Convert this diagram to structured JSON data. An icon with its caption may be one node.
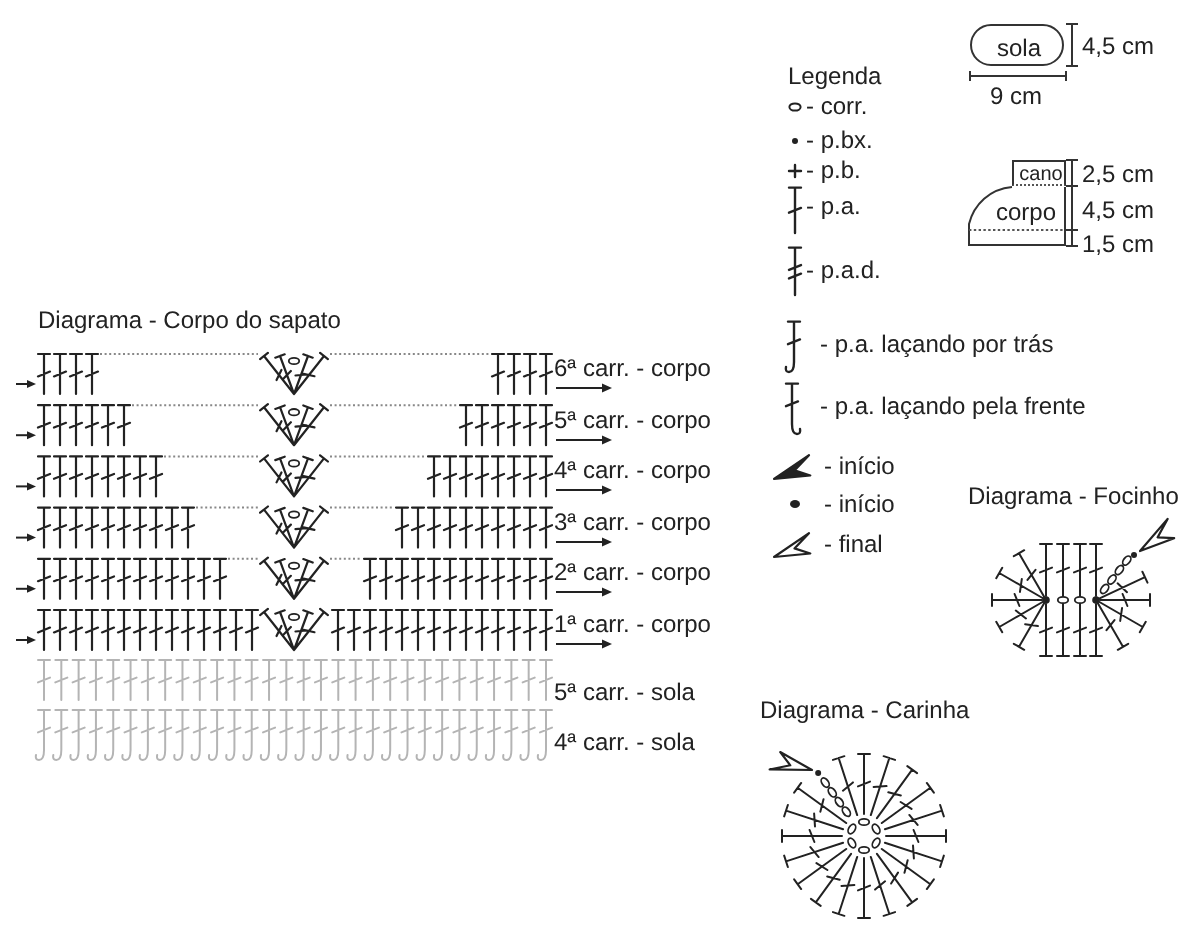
{
  "diagram": {
    "nodes": [
      {
        "text": [
          "sola"
        ]
      },
      {
        "text": [
          "cano"
        ]
      },
      {
        "text": [
          "corpo"
        ]
      }
    ],
    "labels": [
      "4,5 cm",
      "9 cm",
      "Legenda",
      "2,5 cm",
      "4,5 cm",
      "1,5 cm",
      "Diagrama - Corpo do sapato",
      "6ª carr. - corpo",
      "5ª carr. - corpo",
      "4ª carr. - corpo",
      "3ª carr. - corpo",
      "2ª carr. - corpo",
      "1ª carr. - corpo",
      "5ª carr. - sola",
      "4ª carr. - sola",
      "Diagrama - Focinho",
      "Diagrama - Carinha"
    ],
    "legend": [
      {
        "text": "- corr."
      },
      {
        "text": "- p.bx."
      },
      {
        "text": "- p.b."
      },
      {
        "text": "- p.a."
      },
      {
        "text": "- p.a.d."
      },
      {
        "text": "- p.a. laçando por trás"
      },
      {
        "text": "- p.a. laçando pela frente"
      },
      {
        "text": "- início"
      },
      {
        "text": "- início"
      },
      {
        "text": "- final"
      }
    ]
  }
}
